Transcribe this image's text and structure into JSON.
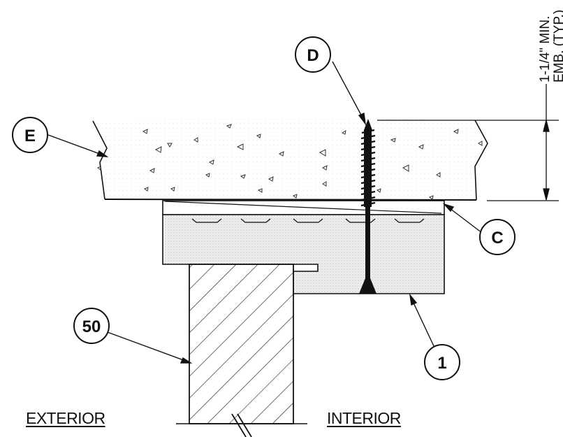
{
  "callouts": {
    "d": "D",
    "e": "E",
    "c": "C",
    "one": "1",
    "fifty": "50"
  },
  "dimension": {
    "line1": "1-1/4\" MIN.",
    "line2": "EMB. (TYP.)"
  },
  "labels": {
    "exterior": "EXTERIOR",
    "interior": "INTERIOR"
  },
  "colors": {
    "ink": "#111111",
    "stipple": "#cfcfcf",
    "background": "#ffffff"
  }
}
